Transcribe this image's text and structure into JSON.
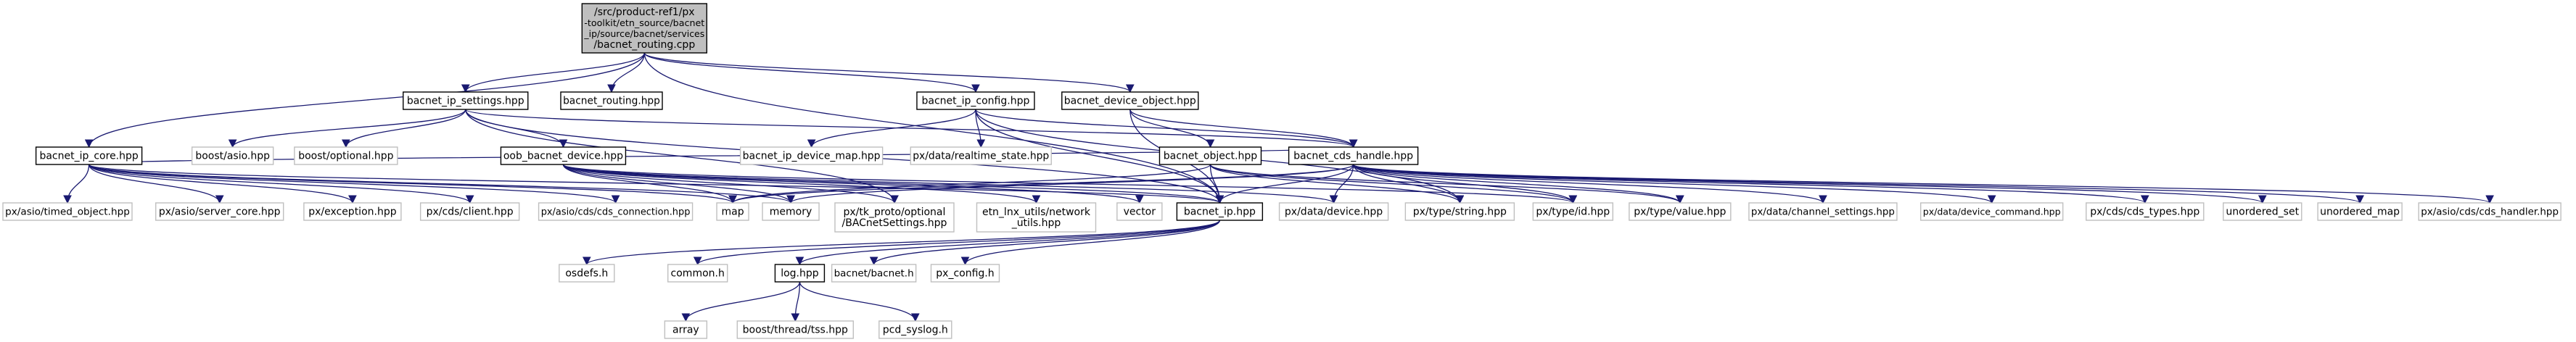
{
  "colors": {
    "root_fill": "#bfbfbf",
    "root_stroke": "#000000",
    "node_fill": "#ffffff",
    "node_stroke": "#000000",
    "external_stroke": "#bfbfbf",
    "edge": "#191970"
  },
  "nodes": [
    {
      "id": "root",
      "kind": "root",
      "lines": [
        "/src/product-ref1/px",
        "-toolkit/etn_source/bacnet",
        "_ip/source/bacnet/services",
        "/bacnet_routing.cpp"
      ]
    },
    {
      "id": "bacnet_ip_settings",
      "kind": "internal",
      "lines": [
        "bacnet_ip_settings.hpp"
      ]
    },
    {
      "id": "bacnet_routing_hpp",
      "kind": "internal",
      "lines": [
        "bacnet_routing.hpp"
      ]
    },
    {
      "id": "bacnet_ip_config",
      "kind": "internal",
      "lines": [
        "bacnet_ip_config.hpp"
      ]
    },
    {
      "id": "bacnet_device_object",
      "kind": "internal",
      "lines": [
        "bacnet_device_object.hpp"
      ]
    },
    {
      "id": "bacnet_ip_core",
      "kind": "internal",
      "lines": [
        "bacnet_ip_core.hpp"
      ]
    },
    {
      "id": "boost_asio",
      "kind": "external",
      "lines": [
        "boost/asio.hpp"
      ]
    },
    {
      "id": "boost_optional",
      "kind": "external",
      "lines": [
        "boost/optional.hpp"
      ]
    },
    {
      "id": "oob_bacnet_device",
      "kind": "internal",
      "lines": [
        "oob_bacnet_device.hpp"
      ]
    },
    {
      "id": "bacnet_ip_device_map",
      "kind": "external",
      "lines": [
        "bacnet_ip_device_map.hpp"
      ]
    },
    {
      "id": "realtime_state",
      "kind": "external",
      "lines": [
        "px/data/realtime_state.hpp"
      ]
    },
    {
      "id": "bacnet_object",
      "kind": "internal",
      "lines": [
        "bacnet_object.hpp"
      ]
    },
    {
      "id": "bacnet_cds_handle",
      "kind": "internal",
      "lines": [
        "bacnet_cds_handle.hpp"
      ]
    },
    {
      "id": "timed_object",
      "kind": "external",
      "lines": [
        "px/asio/timed_object.hpp"
      ]
    },
    {
      "id": "server_core",
      "kind": "external",
      "lines": [
        "px/asio/server_core.hpp"
      ]
    },
    {
      "id": "exception",
      "kind": "external",
      "lines": [
        "px/exception.hpp"
      ]
    },
    {
      "id": "cds_client",
      "kind": "external",
      "lines": [
        "px/cds/client.hpp"
      ]
    },
    {
      "id": "cds_connection",
      "kind": "external",
      "lines": [
        "px/asio/cds/cds_connection.hpp"
      ]
    },
    {
      "id": "map",
      "kind": "external",
      "lines": [
        "map"
      ]
    },
    {
      "id": "memory",
      "kind": "external",
      "lines": [
        "memory"
      ]
    },
    {
      "id": "bacnet_settings",
      "kind": "external",
      "lines": [
        "px/tk_proto/optional",
        "/BACnetSettings.hpp"
      ]
    },
    {
      "id": "network_utils",
      "kind": "external",
      "lines": [
        "etn_lnx_utils/network",
        "_utils.hpp"
      ]
    },
    {
      "id": "vector",
      "kind": "external",
      "lines": [
        "vector"
      ]
    },
    {
      "id": "bacnet_ip_hpp",
      "kind": "internal",
      "lines": [
        "bacnet_ip.hpp"
      ]
    },
    {
      "id": "data_device",
      "kind": "external",
      "lines": [
        "px/data/device.hpp"
      ]
    },
    {
      "id": "type_string",
      "kind": "external",
      "lines": [
        "px/type/string.hpp"
      ]
    },
    {
      "id": "type_id",
      "kind": "external",
      "lines": [
        "px/type/id.hpp"
      ]
    },
    {
      "id": "type_value",
      "kind": "external",
      "lines": [
        "px/type/value.hpp"
      ]
    },
    {
      "id": "channel_settings",
      "kind": "external",
      "lines": [
        "px/data/channel_settings.hpp"
      ]
    },
    {
      "id": "device_command",
      "kind": "external",
      "lines": [
        "px/data/device_command.hpp"
      ]
    },
    {
      "id": "cds_types",
      "kind": "external",
      "lines": [
        "px/cds/cds_types.hpp"
      ]
    },
    {
      "id": "unordered_set",
      "kind": "external",
      "lines": [
        "unordered_set"
      ]
    },
    {
      "id": "unordered_map",
      "kind": "external",
      "lines": [
        "unordered_map"
      ]
    },
    {
      "id": "cds_handler",
      "kind": "external",
      "lines": [
        "px/asio/cds/cds_handler.hpp"
      ]
    },
    {
      "id": "osdefs",
      "kind": "external",
      "lines": [
        "osdefs.h"
      ]
    },
    {
      "id": "common_h",
      "kind": "external",
      "lines": [
        "common.h"
      ]
    },
    {
      "id": "log_hpp",
      "kind": "internal",
      "lines": [
        "log.hpp"
      ]
    },
    {
      "id": "bacnet_h",
      "kind": "external",
      "lines": [
        "bacnet/bacnet.h"
      ]
    },
    {
      "id": "px_config",
      "kind": "external",
      "lines": [
        "px_config.h"
      ]
    },
    {
      "id": "array",
      "kind": "external",
      "lines": [
        "array"
      ]
    },
    {
      "id": "tss",
      "kind": "external",
      "lines": [
        "boost/thread/tss.hpp"
      ]
    },
    {
      "id": "pcd_syslog",
      "kind": "external",
      "lines": [
        "pcd_syslog.h"
      ]
    }
  ],
  "edges": [
    [
      "root",
      "bacnet_ip_settings"
    ],
    [
      "root",
      "bacnet_routing_hpp"
    ],
    [
      "root",
      "bacnet_ip_config"
    ],
    [
      "root",
      "bacnet_device_object"
    ],
    [
      "root",
      "bacnet_ip_core"
    ],
    [
      "root",
      "bacnet_ip_hpp"
    ],
    [
      "bacnet_ip_settings",
      "boost_asio"
    ],
    [
      "bacnet_ip_settings",
      "boost_optional"
    ],
    [
      "bacnet_ip_settings",
      "oob_bacnet_device"
    ],
    [
      "bacnet_ip_settings",
      "bacnet_settings"
    ],
    [
      "bacnet_ip_settings",
      "bacnet_ip_hpp"
    ],
    [
      "bacnet_ip_settings",
      "bacnet_cds_handle"
    ],
    [
      "bacnet_ip_config",
      "bacnet_ip_device_map"
    ],
    [
      "bacnet_ip_config",
      "realtime_state"
    ],
    [
      "bacnet_ip_config",
      "bacnet_cds_handle"
    ],
    [
      "bacnet_ip_config",
      "bacnet_ip_hpp"
    ],
    [
      "bacnet_ip_config",
      "type_string"
    ],
    [
      "bacnet_device_object",
      "bacnet_object"
    ],
    [
      "bacnet_device_object",
      "bacnet_cds_handle"
    ],
    [
      "bacnet_device_object",
      "bacnet_ip_hpp"
    ],
    [
      "bacnet_ip_core",
      "timed_object"
    ],
    [
      "bacnet_ip_core",
      "server_core"
    ],
    [
      "bacnet_ip_core",
      "exception"
    ],
    [
      "bacnet_ip_core",
      "cds_client"
    ],
    [
      "bacnet_ip_core",
      "cds_connection"
    ],
    [
      "bacnet_ip_core",
      "map"
    ],
    [
      "bacnet_ip_core",
      "memory"
    ],
    [
      "bacnet_ip_core",
      "bacnet_ip_hpp"
    ],
    [
      "bacnet_ip_core",
      "bacnet_cds_handle"
    ],
    [
      "oob_bacnet_device",
      "map"
    ],
    [
      "oob_bacnet_device",
      "memory"
    ],
    [
      "oob_bacnet_device",
      "bacnet_settings"
    ],
    [
      "oob_bacnet_device",
      "network_utils"
    ],
    [
      "oob_bacnet_device",
      "vector"
    ],
    [
      "oob_bacnet_device",
      "bacnet_ip_hpp"
    ],
    [
      "oob_bacnet_device",
      "data_device"
    ],
    [
      "oob_bacnet_device",
      "type_id"
    ],
    [
      "bacnet_object",
      "bacnet_ip_hpp"
    ],
    [
      "bacnet_object",
      "type_string"
    ],
    [
      "bacnet_object",
      "type_id"
    ],
    [
      "bacnet_object",
      "type_value"
    ],
    [
      "bacnet_object",
      "map"
    ],
    [
      "bacnet_cds_handle",
      "bacnet_ip_hpp"
    ],
    [
      "bacnet_cds_handle",
      "memory"
    ],
    [
      "bacnet_cds_handle",
      "data_device"
    ],
    [
      "bacnet_cds_handle",
      "type_string"
    ],
    [
      "bacnet_cds_handle",
      "type_id"
    ],
    [
      "bacnet_cds_handle",
      "type_value"
    ],
    [
      "bacnet_cds_handle",
      "channel_settings"
    ],
    [
      "bacnet_cds_handle",
      "device_command"
    ],
    [
      "bacnet_cds_handle",
      "cds_types"
    ],
    [
      "bacnet_cds_handle",
      "unordered_set"
    ],
    [
      "bacnet_cds_handle",
      "unordered_map"
    ],
    [
      "bacnet_cds_handle",
      "cds_handler"
    ],
    [
      "bacnet_cds_handle",
      "map"
    ],
    [
      "bacnet_ip_hpp",
      "osdefs"
    ],
    [
      "bacnet_ip_hpp",
      "common_h"
    ],
    [
      "bacnet_ip_hpp",
      "log_hpp"
    ],
    [
      "bacnet_ip_hpp",
      "bacnet_h"
    ],
    [
      "bacnet_ip_hpp",
      "px_config"
    ],
    [
      "log_hpp",
      "array"
    ],
    [
      "log_hpp",
      "tss"
    ],
    [
      "log_hpp",
      "pcd_syslog"
    ]
  ]
}
